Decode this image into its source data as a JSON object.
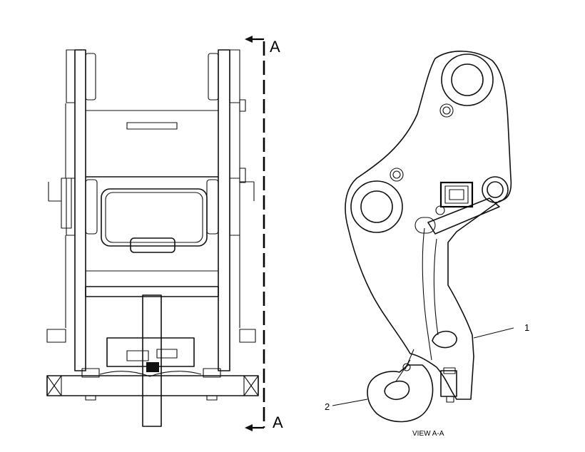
{
  "section_labels": {
    "top": "A",
    "bottom": "A"
  },
  "view_caption": "VIEW A-A",
  "callouts": {
    "item1": "1",
    "item2": "2"
  }
}
